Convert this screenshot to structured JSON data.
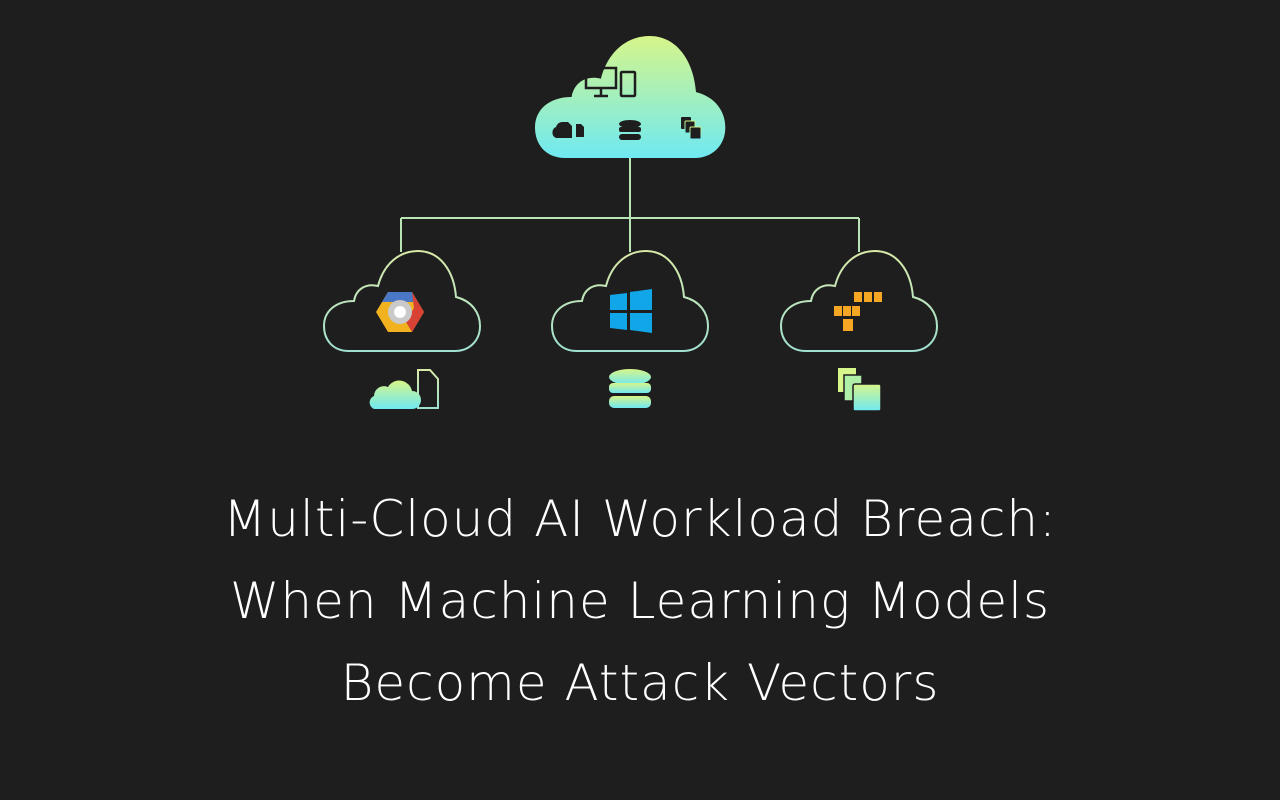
{
  "title": {
    "lines": [
      "Multi-Cloud AI Workload Breach:",
      "When Machine Learning Models",
      "Become Attack Vectors"
    ]
  },
  "diagram": {
    "root_cloud": {
      "icons": [
        "desktop-icon",
        "tablet-icon",
        "cloud-file-icon",
        "database-icon",
        "stacked-files-icon"
      ]
    },
    "providers": [
      {
        "logo": "google-cloud-logo",
        "resource_icon": "cloud-file-icon"
      },
      {
        "logo": "windows-azure-logo",
        "resource_icon": "database-icon"
      },
      {
        "logo": "aws-logo",
        "resource_icon": "stacked-files-icon"
      }
    ]
  },
  "colors": {
    "background": "#1e1e1e",
    "gradient_top": "#d6f58a",
    "gradient_bottom": "#6fe9f2",
    "line": "#b9e3b5",
    "text": "#ffffff"
  }
}
